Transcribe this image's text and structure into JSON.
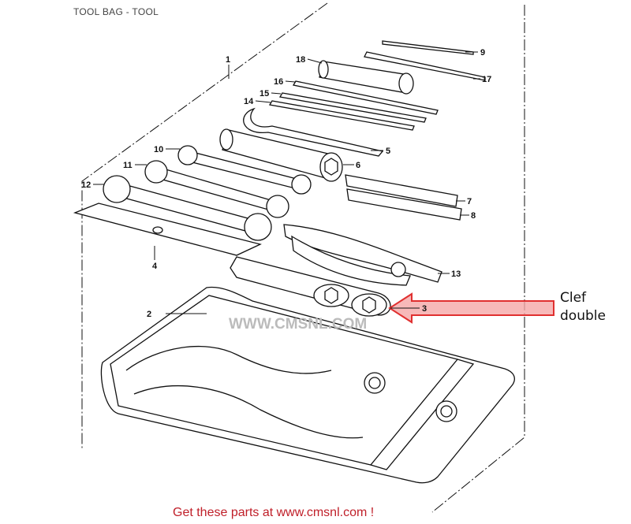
{
  "title": "TOOL BAG - TOOL",
  "footer": "Get these parts at www.cmsnl.com !",
  "annotation": {
    "line1": "Clef",
    "line2": "double",
    "target_part": "3",
    "arrow_color": "#e03030",
    "arrow_fill": "#f5a8a8"
  },
  "watermark": "WWW.CMSNL.COM",
  "callouts": [
    "1",
    "2",
    "3",
    "4",
    "5",
    "6",
    "7",
    "8",
    "9",
    "10",
    "11",
    "12",
    "13",
    "14",
    "15",
    "16",
    "17",
    "18"
  ]
}
